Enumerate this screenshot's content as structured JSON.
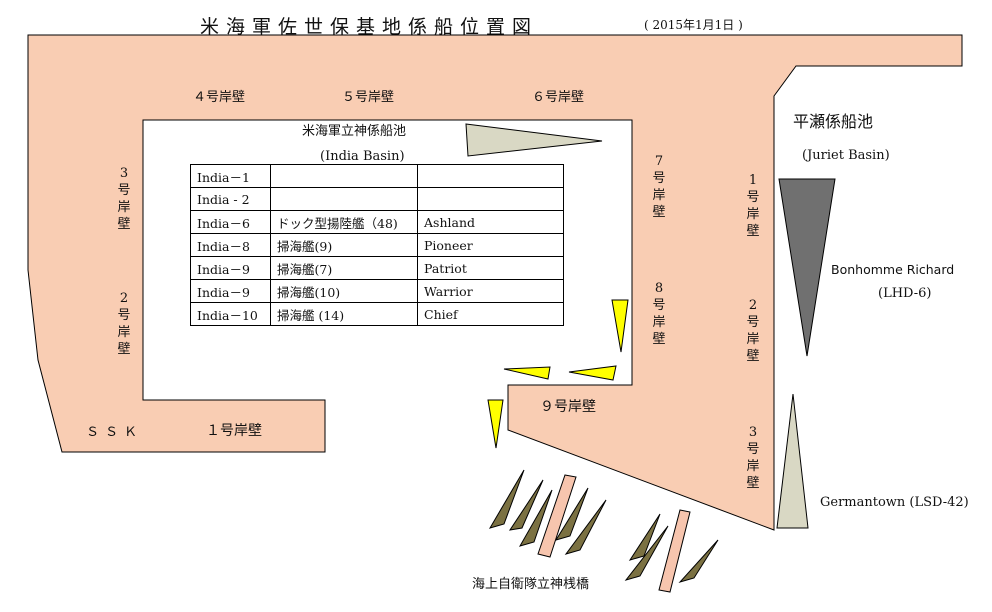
{
  "title": "米海軍佐世保基地係船位置図",
  "title_date": "( 2015年1月1日 )",
  "basins": {
    "india_jp": "米海軍立神係船池",
    "india_en": "(India Basin)",
    "juriet_jp": "平瀬係船池",
    "juriet_en": "(Juriet Basin)"
  },
  "piers": {
    "p4": "４号岸壁",
    "p5": "５号岸壁",
    "p6": "６号岸壁",
    "p7": "7号岸壁",
    "p8": "8号岸壁",
    "p9": "９号岸壁",
    "p1": "１号岸壁",
    "p3_left": "3号岸壁",
    "p2_left": "2号岸壁",
    "ssk": "ＳＳＫ",
    "p1_right": "1号岸壁",
    "p2_right": "2号岸壁",
    "p3_right": "3号岸壁",
    "jmsdf": "海上自衛隊立神桟橋"
  },
  "ships": {
    "bonhomme_name": "Bonhomme Richard",
    "bonhomme_hull": "(LHD-6)",
    "germantown": "Germantown (LSD-42)"
  },
  "berth_table": [
    [
      "India－1",
      "",
      ""
    ],
    [
      "India - 2",
      "",
      ""
    ],
    [
      "India－6",
      "ドック型揚陸艦（48)",
      "Ashland"
    ],
    [
      "India－8",
      "掃海艦(9)",
      "Pioneer"
    ],
    [
      "India－9",
      "掃海艦(7)",
      "Patriot"
    ],
    [
      "India－9",
      "掃海艦(10)",
      "Warrior"
    ],
    [
      "India－10",
      "掃海艦 (14)",
      "Chief"
    ]
  ],
  "colors": {
    "land": "#f9cdb3",
    "water": "#ffffff",
    "outline": "#000000",
    "minesweeper": "#ffff00",
    "amphib_dark": "#707070",
    "amphib_light": "#d9d8c4",
    "sdf_ship": "#7b7142",
    "pier": "#f7c5ae"
  }
}
